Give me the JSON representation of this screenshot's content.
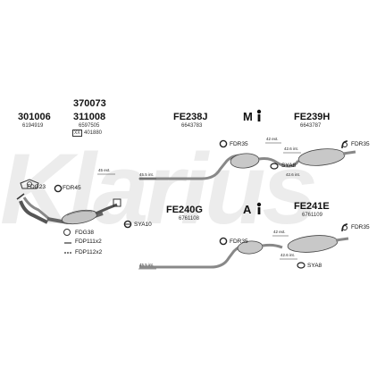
{
  "watermark": "Klarius",
  "header_codes": {
    "c301006": "301006",
    "c301006_sub": "6194919",
    "c370073": "370073",
    "c311008": "311008",
    "c311008_sub": "6597505",
    "c311008_sub2": "401880",
    "xx_box": "XX",
    "fe238j": "FE238J",
    "fe238j_sub": "6643783",
    "m_mark": "M",
    "fe239h": "FE239H",
    "fe239h_sub": "6643787",
    "a_mark": "A",
    "fe240g": "FE240G",
    "fe240g_sub": "6761108",
    "fe241e": "FE241E",
    "fe241e_sub": "6761109"
  },
  "left_parts": {
    "fdg23": "FDG23",
    "fdr45": "FDR45",
    "sya10": "SYA10",
    "fdg38": "FDG38",
    "fdp111": "FDP111x2",
    "fdp112": "FDP112x2"
  },
  "top_row": {
    "fdr35_a": "FDR35",
    "fdr35_b": "FDR35",
    "sya8": "SYA8",
    "dim_455": "45.5 int.",
    "dim_42": "42 ext.",
    "dim_426a": "42.6 int.",
    "dim_426b": "42.6 int."
  },
  "bottom_row": {
    "fdr35_c": "FDR35",
    "fdr35_d": "FDR35",
    "sya8": "SYA8",
    "dim_455": "45.5 int.",
    "dim_42": "42 ext.",
    "dim_426": "42.6 int."
  },
  "left_dims": {
    "dim_45": "45 ext."
  },
  "colors": {
    "line": "#333333",
    "metal": "#8a8a8a",
    "watermark": "#e4e4e4"
  }
}
